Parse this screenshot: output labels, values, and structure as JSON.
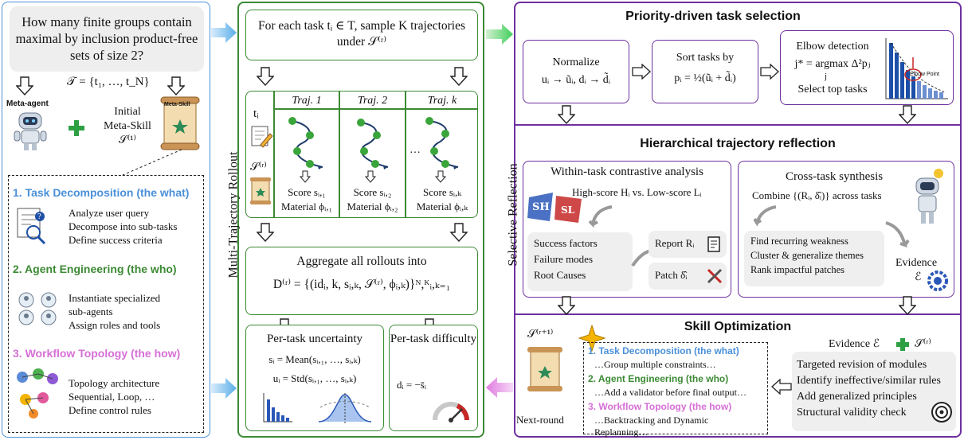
{
  "left": {
    "question": "How many finite groups contain maximal by inclusion product-free sets of size 2?",
    "tasks_eq": "𝒯 = {t₁, …, t_N}",
    "meta_agent": "Meta-agent",
    "initial": "Initial",
    "meta_skill": "Meta-Skill",
    "skill_sym": "𝒮⁽¹⁾",
    "scroll_label": "Meta-Skill",
    "sections": [
      {
        "title": "1. Task Decomposition (the what)",
        "lines": [
          "Analyze user query",
          "Decompose into sub-tasks",
          "Define success criteria"
        ]
      },
      {
        "title": "2. Agent Engineering (the who)",
        "lines": [
          "Instantiate specialized",
          "sub-agents",
          "Assign roles and tools"
        ]
      },
      {
        "title": "3. Workflow Topology (the how)",
        "lines": [
          "Topology architecture",
          "Sequential, Loop, …",
          "Define control rules"
        ]
      }
    ]
  },
  "mid": {
    "side_label": "Multi-Trajectory Rollout",
    "sample_text": "For each task tᵢ ∈ T, sample K trajectories under 𝒮⁽ʳ⁾",
    "ti": "tᵢ",
    "sr": "𝒮⁽ʳ⁾",
    "trajs": [
      {
        "name": "Traj. 1",
        "score": "Score sᵢ,₁",
        "material": "Material ϕᵢ,₁"
      },
      {
        "name": "Traj. 2",
        "score": "Score sᵢ,₂",
        "material": "Material ϕᵢ,₂"
      },
      {
        "name": "Traj. k",
        "score": "Score sᵢ,ₖ",
        "material": "Material ϕᵢ,ₖ"
      }
    ],
    "ellipsis": "…",
    "aggregate_title": "Aggregate all rollouts into",
    "aggregate_eq": "D⁽ʳ⁾ = {(idᵢ, k, sᵢ,ₖ, 𝒮⁽ʳ⁾, ϕᵢ,ₖ)}ᴺ,ᴷᵢ,ₖ₌₁",
    "uncertainty_title": "Per-task uncertainty",
    "uncertainty_eq1": "sᵢ = Mean(sᵢ,₁, …, sᵢ,ₖ)",
    "uncertainty_eq2": "uᵢ = Std(sᵢ,₁, …, sᵢ,ₖ)",
    "difficulty_title": "Per-task difficulty",
    "difficulty_eq": "dᵢ = −s̄ᵢ"
  },
  "right": {
    "side_label": "Selective Reflection",
    "priority_title": "Priority-driven task selection",
    "normalize_title": "Normalize",
    "normalize_eq": "uᵢ → ũᵢ, dᵢ → d̃ᵢ",
    "sort_title": "Sort tasks by",
    "sort_eq": "pᵢ = ½(ũᵢ + d̃ᵢ)",
    "elbow_title": "Elbow detection",
    "elbow_eq": "j* = argmax Δ²pⱼ",
    "elbow_sub": "j",
    "elbow_select": "Select top tasks",
    "elbow_point": "Elbow Point",
    "hier_title": "Hierarchical trajectory reflection",
    "within_title": "Within-task contrastive analysis",
    "within_sub": "High-score Hᵢ vs. Low-score Lᵢ",
    "within_list": [
      "Success factors",
      "Failure modes",
      "Root Causes"
    ],
    "report": "Report Rᵢ",
    "patch": "Patch δ̂ᵢ",
    "cross_title": "Cross-task synthesis",
    "cross_sub": "Combine {(Rᵢ, δ̂ᵢ)} across tasks",
    "cross_list": [
      "Find recurring weakness",
      "Cluster & generalize themes",
      "Rank impactful patches"
    ],
    "evidence": "Evidence",
    "evidence_sym": "ℰ",
    "skill_title": "Skill Optimization",
    "next_sym": "𝒮⁽ʳ⁺¹⁾",
    "next_round": "Next-round",
    "opt_sections": [
      {
        "title": "1. Task Decomposition (the what)",
        "line": "…Group multiple constraints…"
      },
      {
        "title": "2. Agent Engineering (the who)",
        "line": "…Add a validator before final output…"
      },
      {
        "title": "3. Workflow Topology (the how)",
        "line": "…Backtracking and Dynamic Replanning…"
      }
    ],
    "evidence_combo_left": "Evidence ℰ",
    "evidence_combo_right": "𝒮⁽ʳ⁾",
    "revision_list": [
      "Targeted revision of modules",
      "Identify ineffective/similar rules",
      "Add generalized principles",
      "Structural validity check"
    ]
  },
  "colors": {
    "blue": "#4a90d9",
    "green": "#3c8a34",
    "purple": "#6d2f9e",
    "pink": "#d66fd6"
  }
}
